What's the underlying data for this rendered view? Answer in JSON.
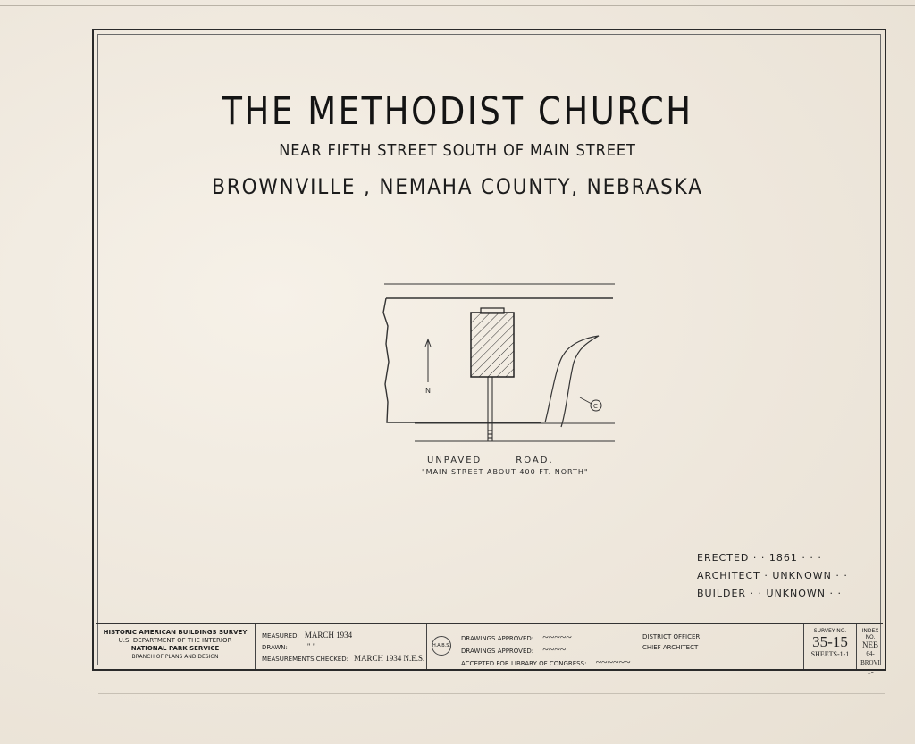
{
  "title": "THE METHODIST CHURCH",
  "subtitle": "NEAR FIFTH STREET SOUTH OF MAIN STREET",
  "location": "BROWNVILLE , NEMAHA COUNTY, NEBRASKA",
  "plan": {
    "north_label": "N",
    "marker_label": "C",
    "road_label_1": "UNPAVED",
    "road_label_2": "ROAD.",
    "road_note": "\"MAIN STREET ABOUT 400 FT. NORTH\""
  },
  "facts": {
    "erected": "ERECTED · · 1861 · · ·",
    "architect": "ARCHITECT · UNKNOWN · ·",
    "builder": "BUILDER · · UNKNOWN · ·"
  },
  "title_block": {
    "agency_line1": "HISTORIC AMERICAN BUILDINGS SURVEY",
    "agency_line2": "U.S. DEPARTMENT OF THE INTERIOR",
    "agency_line3": "NATIONAL PARK SERVICE",
    "agency_line4": "BRANCH OF PLANS AND DESIGN",
    "measured_label": "MEASURED:",
    "measured_value": "MARCH 1934",
    "drawn_label": "DRAWN:",
    "drawn_value": "\"   \"",
    "checked_label": "MEASUREMENTS CHECKED:",
    "checked_value": "MARCH 1934 N.E.S.",
    "seal_text": "H.A.B.S.",
    "approved_label_1": "DRAWINGS APPROVED:",
    "approved_label_2": "DRAWINGS APPROVED:",
    "accepted_label": "ACCEPTED FOR LIBRARY OF CONGRESS:",
    "role_1": "DISTRICT OFFICER",
    "role_2": "CHIEF ARCHITECT",
    "survey_label": "SURVEY NO.",
    "survey_value": "35-15",
    "sheets_value": "SHEETS-1-1",
    "index_label": "INDEX NO.",
    "index_value_1": "NEB",
    "index_value_2": "64-BROVI",
    "index_value_3": "1-"
  }
}
